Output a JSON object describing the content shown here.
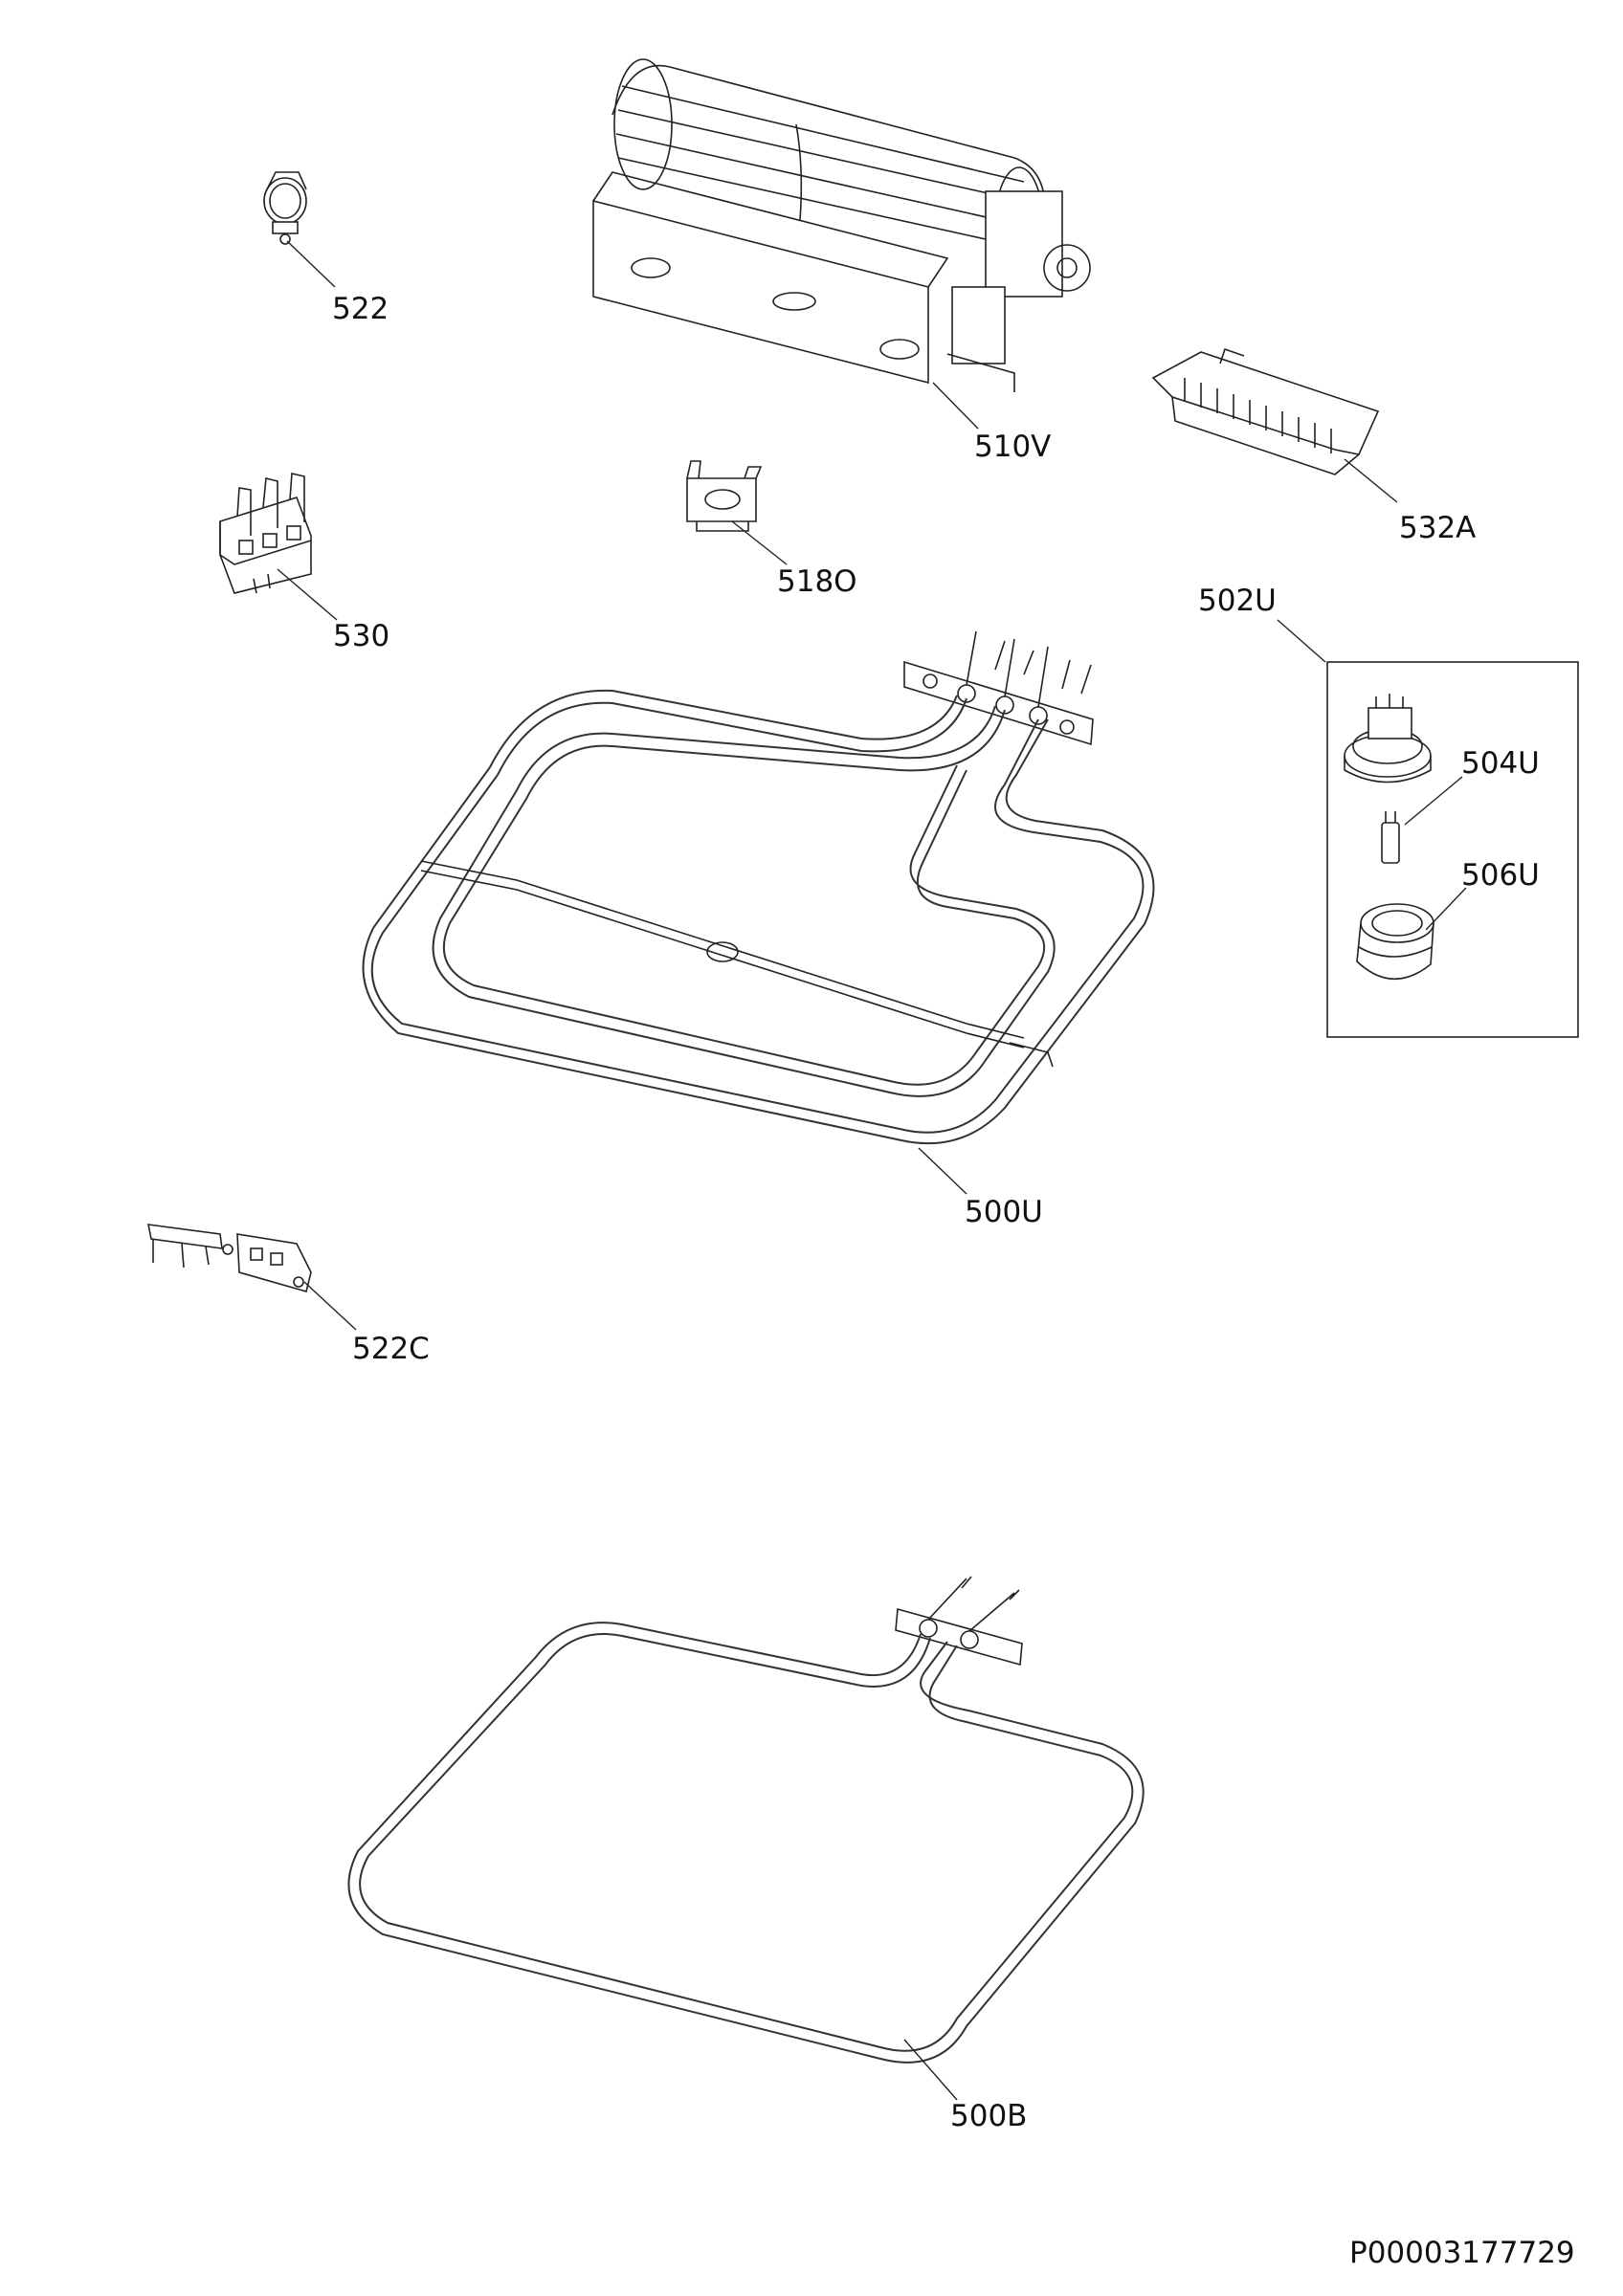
{
  "parts": {
    "p522": "522",
    "p510V": "510V",
    "p532A": "532A",
    "p530": "530",
    "p518O": "518O",
    "p502U": "502U",
    "p504U": "504U",
    "p506U": "506U",
    "p500U": "500U",
    "p522C": "522C",
    "p500B": "500B"
  },
  "document_id": "P00003177729"
}
